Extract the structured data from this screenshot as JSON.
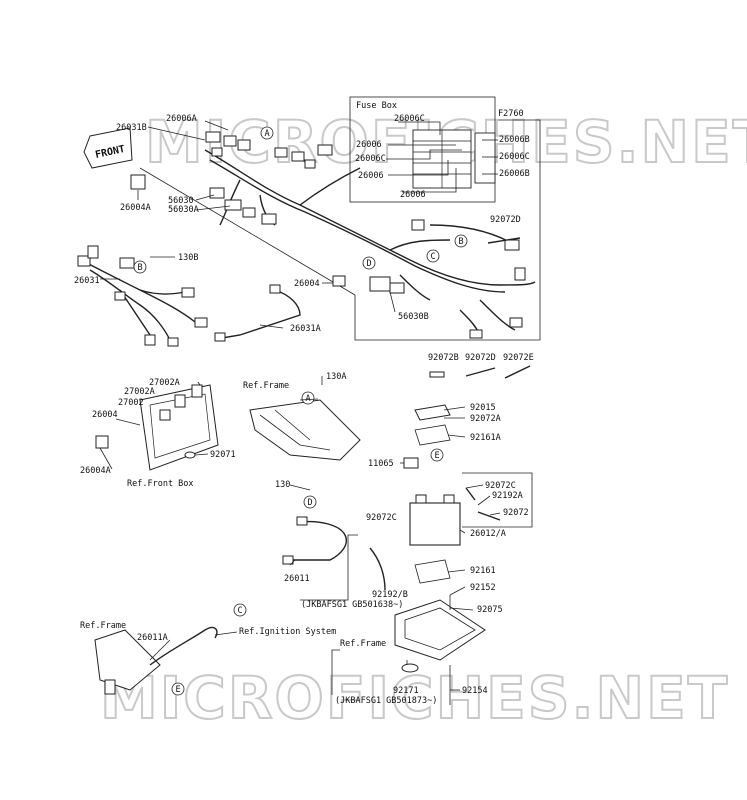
{
  "watermark": "MICROFICHES.NET",
  "diagram_code": "F2760",
  "front_arrow": "FRONT",
  "fuse_box": {
    "title": "Fuse Box",
    "left_labels": [
      "26006C",
      "26006",
      "26006C",
      "26006",
      "26006"
    ],
    "right_labels": [
      "26006B",
      "26006C",
      "26006B"
    ]
  },
  "connectors": [
    "A",
    "B",
    "C",
    "D",
    "E"
  ],
  "parts": {
    "p26031B": "26031B",
    "p26006A": "26006A",
    "p26004A_top": "26004A",
    "p56030": "56030",
    "p56030A": "56030A",
    "p130B": "130B",
    "p26031": "26031",
    "p26004_mid": "26004",
    "p56030B": "56030B",
    "p26031A": "26031A",
    "p92072D_top": "92072D",
    "p92072B": "92072B",
    "p92072D": "92072D",
    "p92072E": "92072E",
    "p27002A_1": "27002A",
    "p27002A_2": "27002A",
    "p27002": "27002",
    "p26004_left": "26004",
    "p26004A_left": "26004A",
    "p92071": "92071",
    "ref_front_box": "Ref.Front Box",
    "ref_frame_1": "Ref.Frame",
    "p130A": "130A",
    "p92015": "92015",
    "p92072A": "92072A",
    "p92161A": "92161A",
    "p11065": "11065",
    "p130": "130",
    "p92072C_r": "92072C",
    "p92192A": "92192A",
    "p92072": "92072",
    "p92072C_l": "92072C",
    "p26012A": "26012/A",
    "p92161": "92161",
    "p92152": "92152",
    "p26011": "26011",
    "p92192B": "92192/B",
    "jk1": "(JKBAFSG1 GB501638~)",
    "p92075": "92075",
    "ref_frame_2": "Ref.Frame",
    "p26011A": "26011A",
    "ref_ignition": "Ref.Ignition System",
    "ref_frame_3": "Ref.Frame",
    "p92171": "92171",
    "jk2": "(JKBAFSG1 GB501873~)",
    "p92154": "92154"
  }
}
